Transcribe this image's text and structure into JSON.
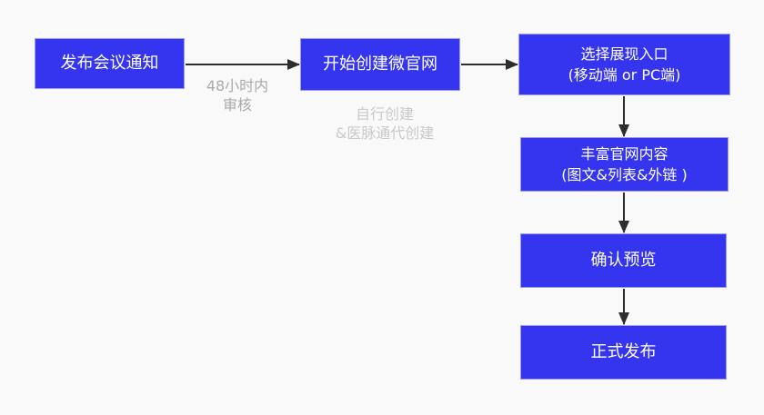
{
  "diagram": {
    "type": "flowchart",
    "nodes": [
      {
        "id": "publish-notice",
        "label": "发布会议通知"
      },
      {
        "id": "start-create",
        "label": "开始创建微官网"
      },
      {
        "id": "choose-entry",
        "label_line1": "选择展现入口",
        "label_line2": "(移动端 or PC端)"
      },
      {
        "id": "enrich-content",
        "label_line1": "丰富官网内容",
        "label_line2": "(图文&列表&外链 )"
      },
      {
        "id": "confirm-preview",
        "label": "确认预览"
      },
      {
        "id": "official-release",
        "label": "正式发布"
      }
    ],
    "annotations": [
      {
        "id": "review-time",
        "line1": "48小时内",
        "line2": "审核"
      },
      {
        "id": "create-method",
        "line1": "自行创建",
        "line2": "&医脉通代创建"
      }
    ],
    "edges": [
      {
        "from": "publish-notice",
        "to": "start-create",
        "label": "48小时内 审核"
      },
      {
        "from": "start-create",
        "to": "choose-entry",
        "label": ""
      },
      {
        "from": "choose-entry",
        "to": "enrich-content",
        "label": ""
      },
      {
        "from": "enrich-content",
        "to": "confirm-preview",
        "label": ""
      },
      {
        "from": "confirm-preview",
        "to": "official-release",
        "label": ""
      }
    ]
  },
  "colors": {
    "background": "#f9f9f9",
    "node_fill": "#3535ef",
    "node_border": "#9d9df2",
    "node_text": "#ffffff",
    "arrow": "#2e2e2e",
    "annotation_dark": "#a9a9a9",
    "annotation_light": "#c9c9c9"
  }
}
